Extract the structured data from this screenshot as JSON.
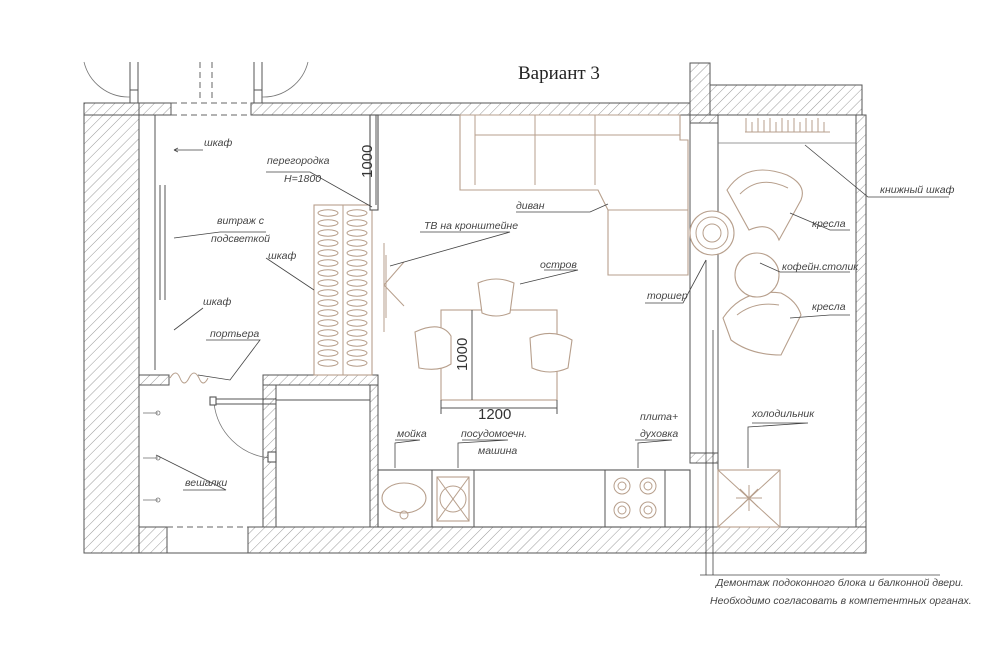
{
  "title": "Вариант 3",
  "dimensions": {
    "partition_height": "1000",
    "table_length": "1200",
    "table_width": "1000"
  },
  "labels": {
    "wardrobe_top": "шкаф",
    "partition_1": "перегородка",
    "partition_2": "H=1800",
    "stained_glass_1": "витраж с",
    "stained_glass_2": "подсветкой",
    "wardrobe_mid": "шкаф",
    "wardrobe_low": "шкаф",
    "portiere": "портьера",
    "hangers": "вешалки",
    "tv": "ТВ на кронштейне",
    "sofa": "диван",
    "island": "остров",
    "floor_lamp": "торшер",
    "bookcase": "книжный шкаф",
    "armchairs_top": "кресла",
    "coffee_table": "кофейн.столик",
    "armchairs_bottom": "кресла",
    "fridge": "холодильник",
    "sink": "мойка",
    "dishwasher_1": "посудомоечн.",
    "dishwasher_2": "машина",
    "stove_1": "плита+",
    "stove_2": "духовка"
  },
  "notes": {
    "line1": "Демонтаж подоконного блока и балконной двери.",
    "line2": "Необходимо согласовать в компетентных органах."
  }
}
